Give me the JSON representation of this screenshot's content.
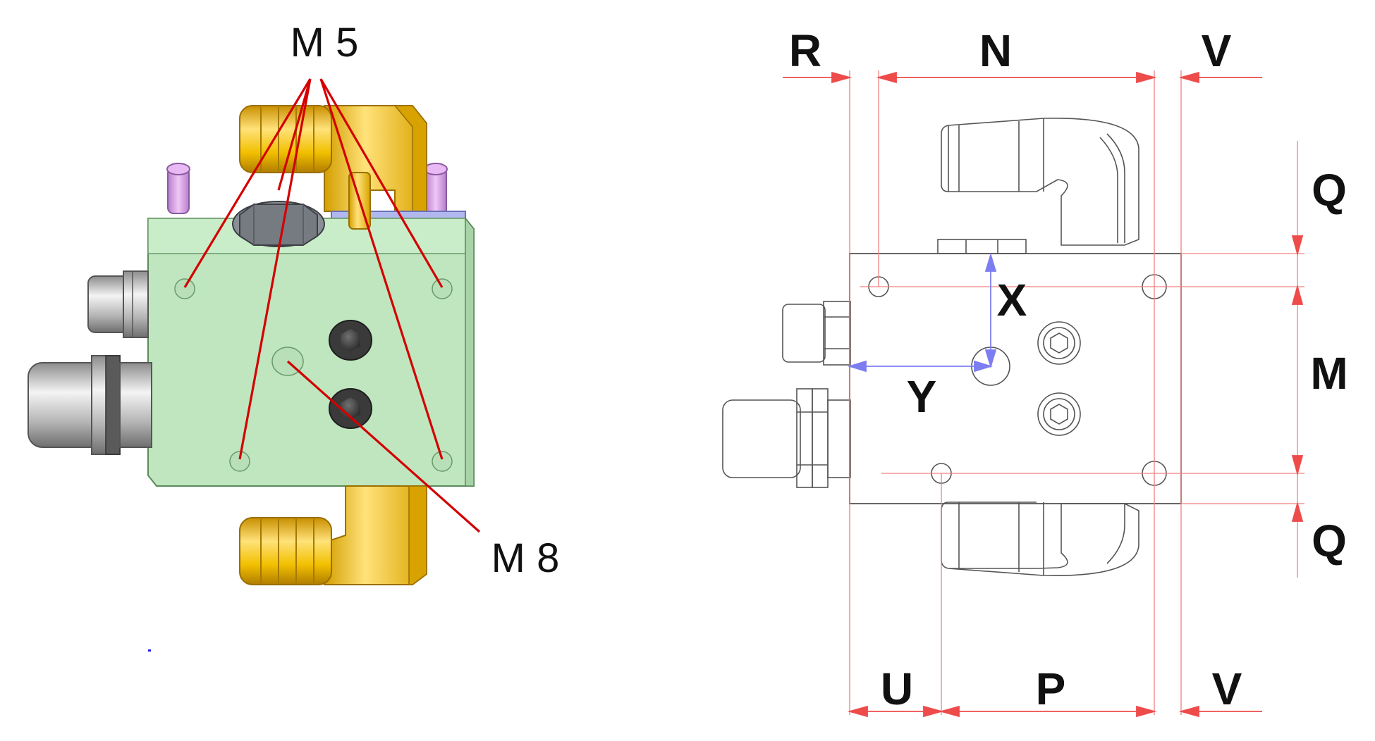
{
  "callouts": {
    "thread_top": "M 5",
    "thread_bottom": "M 8"
  },
  "dimensions": {
    "r": "R",
    "n": "N",
    "v_top": "V",
    "q_top": "Q",
    "x": "X",
    "y": "Y",
    "m": "M",
    "q_bottom": "Q",
    "u": "U",
    "p": "P",
    "v_bottom": "V"
  },
  "colors": {
    "block_fill": "#bfe6bf",
    "block_top": "#c9edc9",
    "block_side": "#a8d3a8",
    "brass": "#f2c400",
    "brass_dark": "#c89400",
    "violet": "#d9a3e6",
    "blue_plate": "#b0b8ef",
    "leader_red": "#d40000",
    "dim_red": "#ee4b4b",
    "dim_blue": "#7d7df2"
  }
}
